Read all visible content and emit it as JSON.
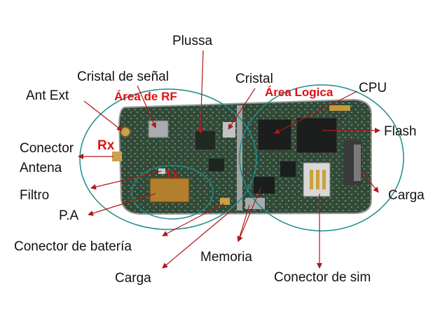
{
  "colors": {
    "background": "#ffffff",
    "label_text": "#111111",
    "area_title": "#e01010",
    "pointer_arrow": "#b01818",
    "region_ellipse": "#1f8a8a",
    "pcb_green": "#2f4a38",
    "shield_silver": "#a9acae",
    "pa_gold": "#b2802c"
  },
  "labels": {
    "plussa": "Plussa",
    "cristal_senal": "Cristal de señal",
    "ant_ext": "Ant Ext",
    "cristal": "Cristal",
    "cpu": "CPU",
    "flash": "Flash",
    "conector": "Conector",
    "antena": "Antena",
    "filtro": "Filtro",
    "pa": "P.A",
    "carga_right": "Carga",
    "conector_bateria": "Conector de batería",
    "memoria": "Memoria",
    "carga_bottom": "Carga",
    "conector_sim": "Conector de sim"
  },
  "area_titles": {
    "rf": "Área de RF",
    "logica": "Área Logica",
    "rx": "Rx",
    "tx": "Tx"
  },
  "regions": [
    "rf-area",
    "logic-area",
    "pa-area"
  ],
  "components": [
    "pcb-board",
    "rf-shield",
    "logic-shield",
    "pa-module",
    "cpu-chip",
    "flash-chip",
    "memory-chip",
    "sim-connector",
    "battery-connector",
    "antenna-connector"
  ]
}
